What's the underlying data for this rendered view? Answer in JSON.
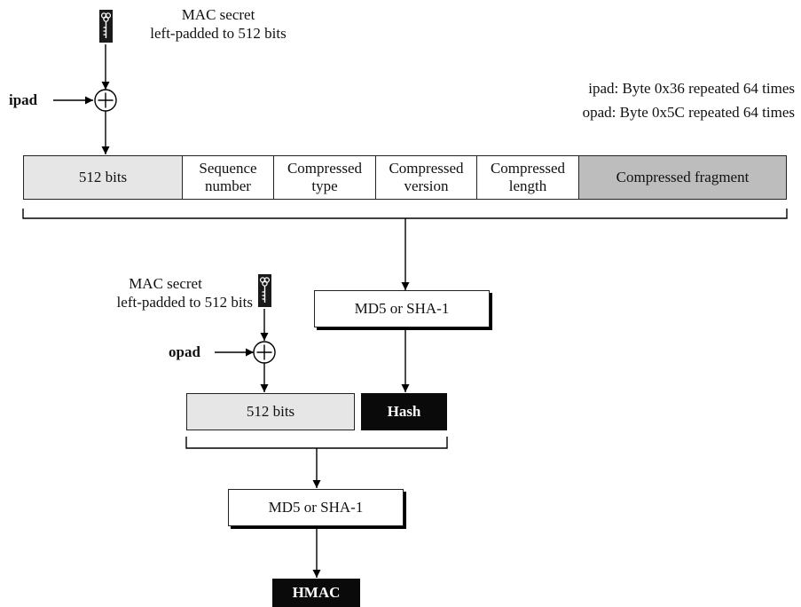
{
  "legend": {
    "ipad_def": "ipad: Byte 0x36 repeated 64 times",
    "opad_def": "opad: Byte 0x5C  repeated 64 times"
  },
  "top": {
    "secret_line1": "MAC secret",
    "secret_line2": "left-padded to 512 bits",
    "pad_label": "ipad",
    "fields": [
      {
        "line1": "512 bits",
        "line2": ""
      },
      {
        "line1": "Sequence",
        "line2": "number"
      },
      {
        "line1": "Compressed",
        "line2": "type"
      },
      {
        "line1": "Compressed",
        "line2": "version"
      },
      {
        "line1": "Compressed",
        "line2": "length"
      },
      {
        "line1": "Compressed fragment",
        "line2": ""
      }
    ],
    "hash_fn": "MD5 or SHA-1"
  },
  "bottom": {
    "secret_line1": "MAC secret",
    "secret_line2": "left-padded to 512 bits",
    "pad_label": "opad",
    "bits_label": "512 bits",
    "hash_label": "Hash",
    "hash_fn": "MD5 or SHA-1",
    "output_label": "HMAC"
  },
  "icons": [
    "key-icon",
    "xor-icon"
  ],
  "colors": {
    "light_fill": "#e6e6e6",
    "mid_fill": "#bdbdbd",
    "dark_fill": "#0a0a0a"
  }
}
